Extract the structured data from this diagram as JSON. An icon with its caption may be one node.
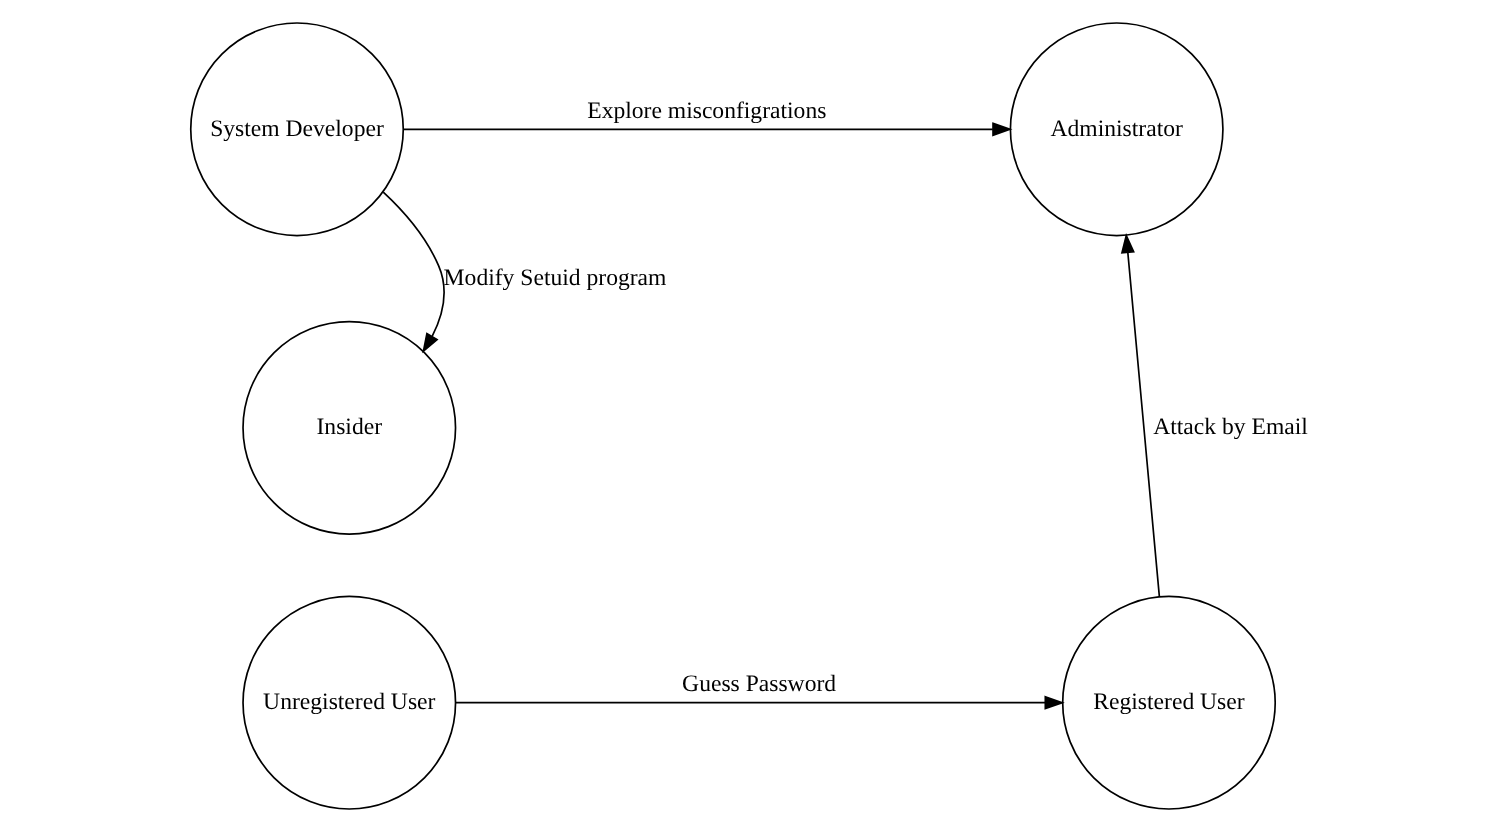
{
  "diagram": {
    "nodes": [
      {
        "text": [
          "System Developer"
        ]
      },
      {
        "text": [
          "Administrator"
        ]
      },
      {
        "text": [
          "Insider"
        ]
      },
      {
        "text": [
          "Unregistered User"
        ]
      },
      {
        "text": [
          "Registered User"
        ]
      }
    ],
    "edges": [
      {
        "from": 0,
        "to": 1,
        "arrow": "to",
        "label": "Explore misconfigrations"
      },
      {
        "from": 0,
        "to": 2,
        "arrow": "to",
        "label": "Modify Setuid program"
      },
      {
        "from": 3,
        "to": 4,
        "arrow": "to",
        "label": "Guess Password"
      },
      {
        "from": 4,
        "to": 1,
        "arrow": "to",
        "label": "Attack by Email"
      }
    ]
  }
}
